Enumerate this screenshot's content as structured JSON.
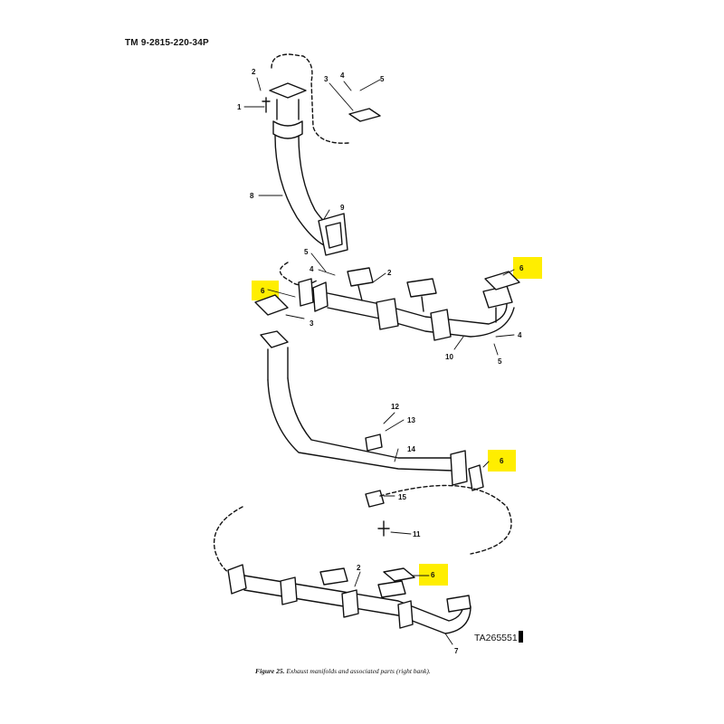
{
  "header": {
    "doc_id": "TM 9-2815-220-34P"
  },
  "caption": {
    "figure": "Figure 25.",
    "text": "Exhaust manifolds and associated parts (right bank)."
  },
  "art_id": "TA265551",
  "callouts": {
    "c1": "1",
    "c2a": "2",
    "c3a": "3",
    "c4a": "4",
    "c5a": "5",
    "c8": "8",
    "c9": "9",
    "c5b": "5",
    "c4b": "4",
    "c2b": "2",
    "c6a": "6",
    "c6b": "6",
    "c3b": "3",
    "c10": "10",
    "c4c": "4",
    "c5c": "5",
    "c12": "12",
    "c13": "13",
    "c14": "14",
    "c6c": "6",
    "c15": "15",
    "c11": "11",
    "c2c": "2",
    "c6d": "6",
    "c7": "7"
  },
  "highlight_color": "#ffee00"
}
